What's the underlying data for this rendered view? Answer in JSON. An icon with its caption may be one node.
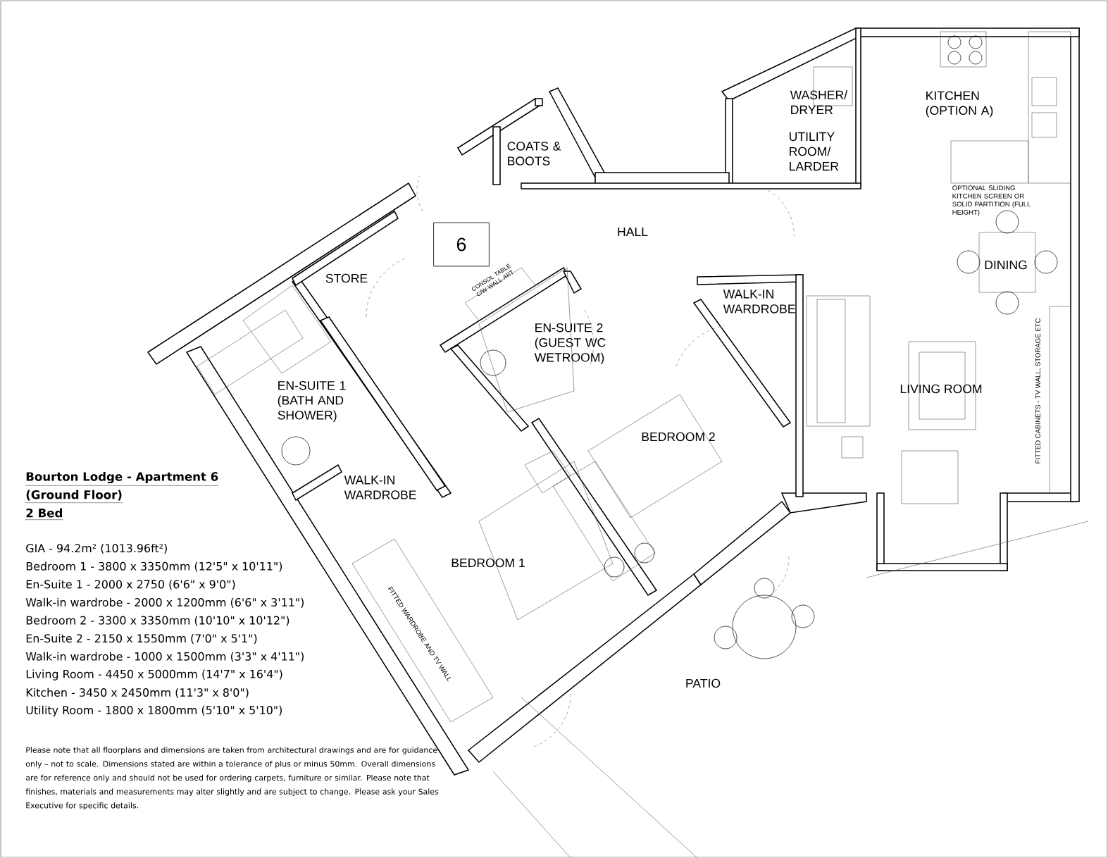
{
  "diagram": {
    "nodes": [
      {
        "text": [
          "6"
        ]
      }
    ],
    "edges": [],
    "labels": [
      "WASHER/ DRYER",
      "KITCHEN (OPTION A)",
      "COATS & BOOTS",
      "UTILITY ROOM/ LARDER",
      "OPTIONAL SLIDING KITCHEN SCREEN OR SOLID PARTITION (FULL HEIGHT)",
      "HALL",
      "DINING",
      "STORE",
      "CONSOL TABLE C/W WALL ART",
      "WALK-IN WARDROBE",
      "EN-SUITE 2 (GUEST WC WETROOM)",
      "EN-SUITE 1 (BATH AND SHOWER)",
      "LIVING ROOM",
      "FITTED CABINETS - TV WALL, STORAGE ETC",
      "BEDROOM 2",
      "Bourton Lodge - Apartment 6",
      "(Ground Floor)",
      "2 Bed",
      "WALK-IN WARDROBE",
      "GIA - 94.2m² (1013.96ft²)",
      "Bedroom 1 - 3800 x 3350mm (12'5\" x 10'11\")",
      "En-Suite 1 - 2000 x 2750 (6'6\" x 9'0\")",
      "Walk-in wardrobe - 2000 x 1200mm (6'6\" x 3'11\")",
      "Bedroom 2 - 3300 x 3350mm (10'10\" x 10'12\")",
      "En-Suite 2 - 2150 x 1550mm (7'0\" x 5'1\")",
      "Walk-in wardrobe - 1000 x 1500mm (3'3\" x 4'11\")",
      "Living Room - 4450 x 5000mm (14'7\" x 16'4\")",
      "Kitchen - 3450 x 2450mm (11'3\" x 8'0\")",
      "Utility Room - 1800 x 1800mm (5'10\" x 5'10\")",
      "BEDROOM 1",
      "FITTED WARDROBE AND TV WALL",
      "PATIO",
      "Please note that all floorplans and dimensions are taken from architectural drawings and are for guidance only – not to scale. Dimensions stated are within a tolerance of plus or minus 50mm. Overall dimensions are for reference only and should not be used for ordering carpets, furniture or similar. Please note that finishes, materials and measurements may alter slightly and are subject to change. Please ask your Sales Executive for specific details."
    ]
  }
}
